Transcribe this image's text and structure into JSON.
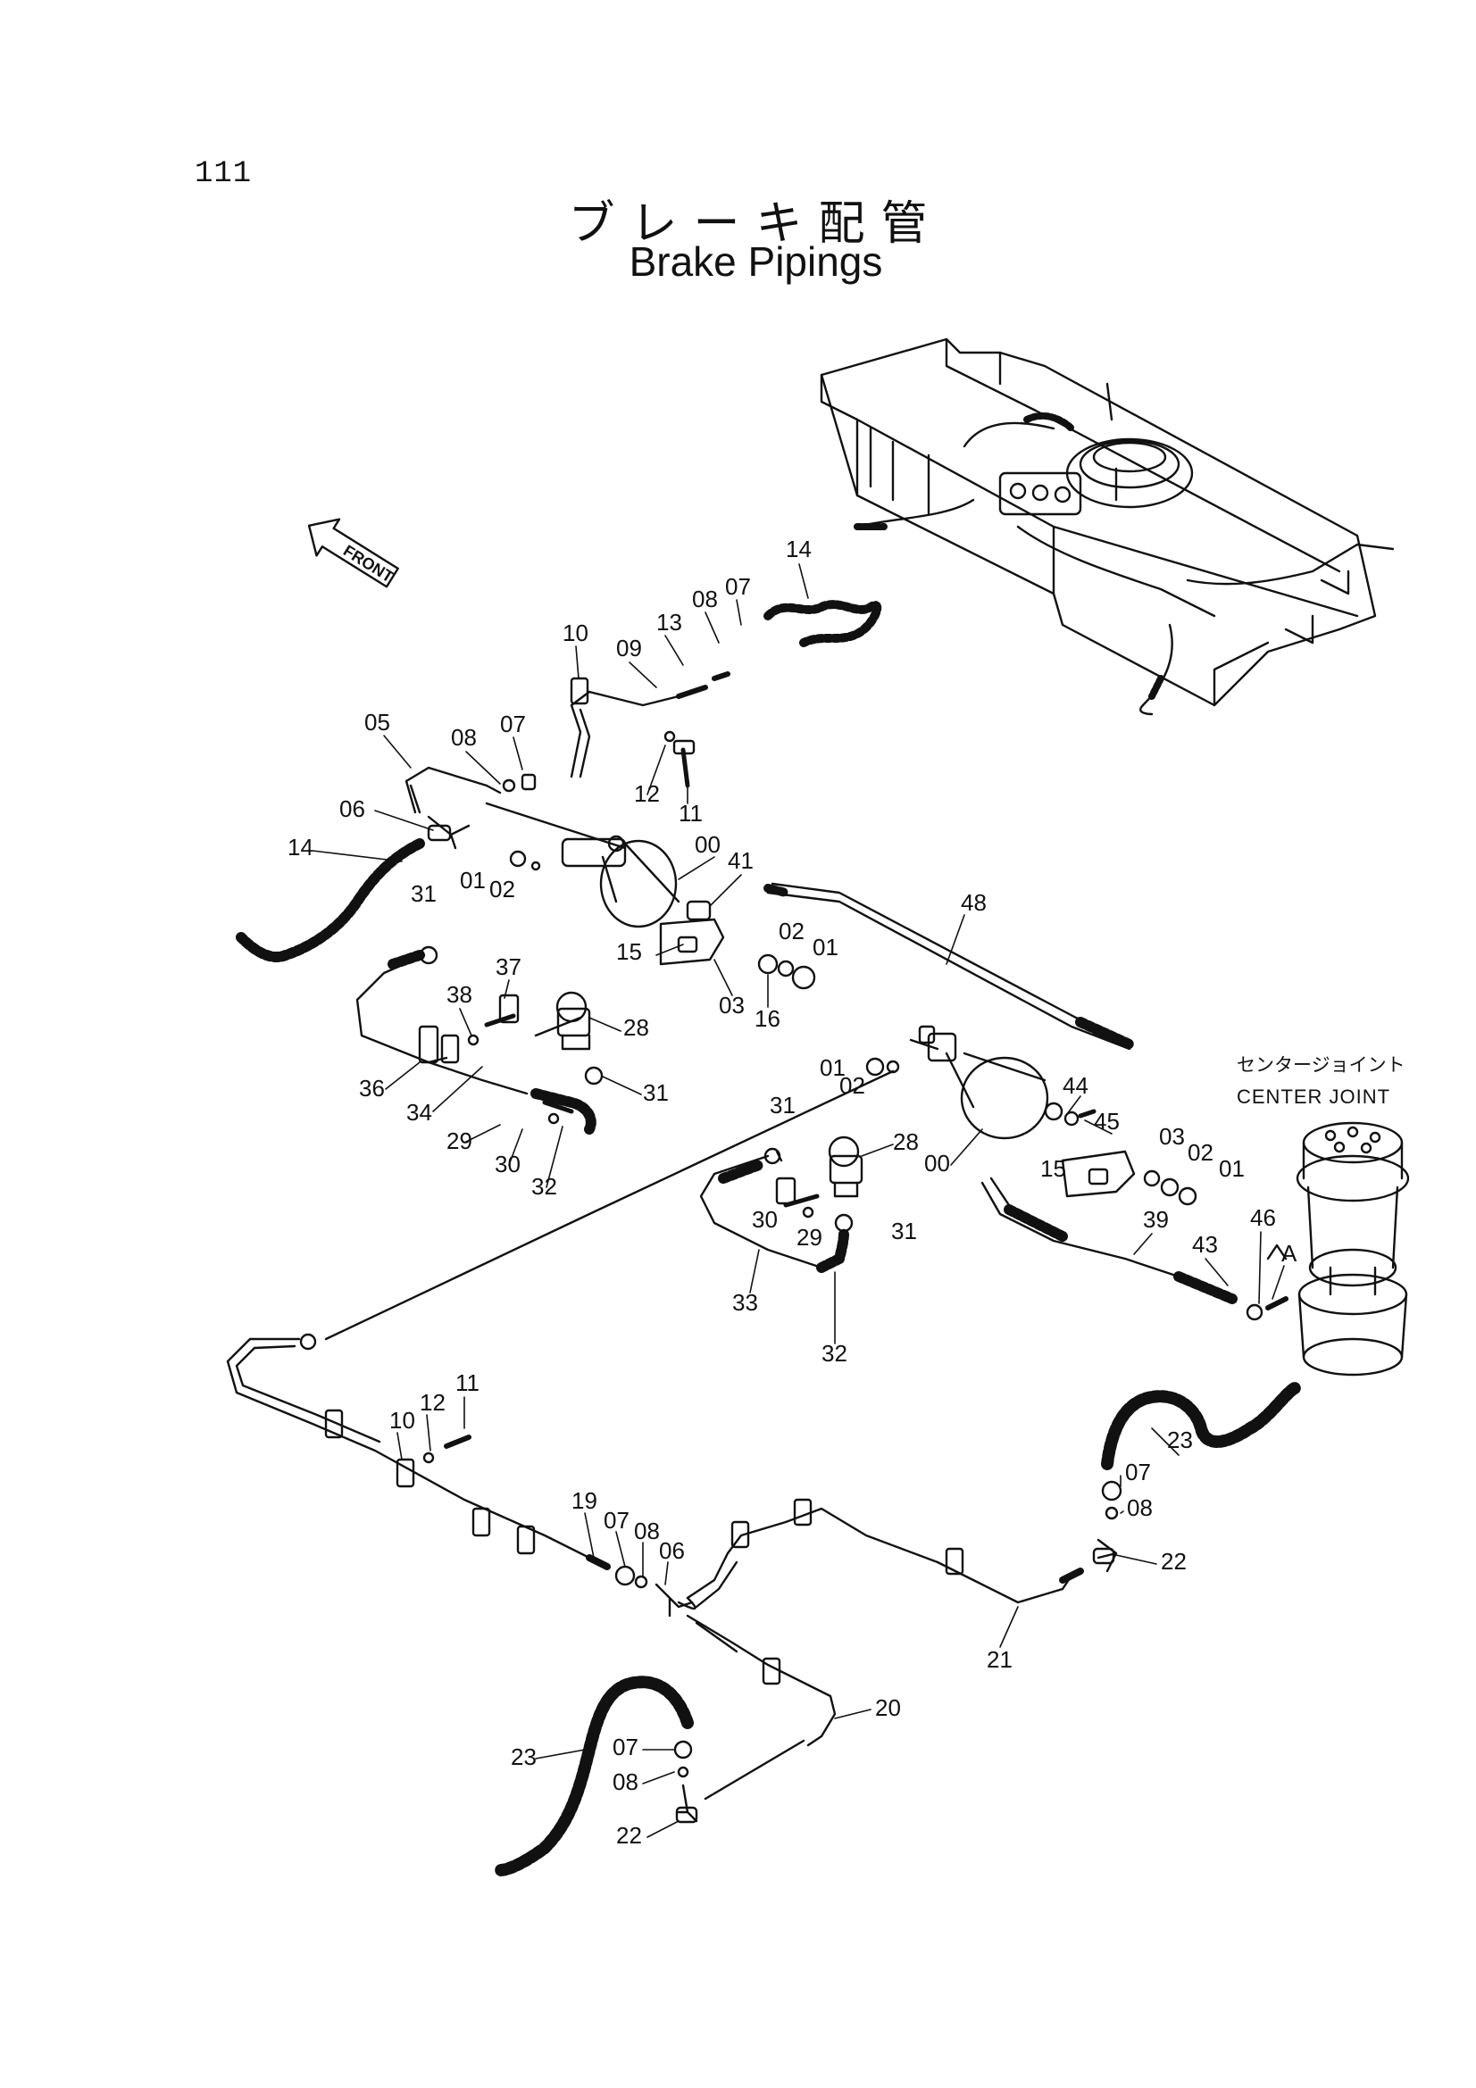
{
  "page_number": "111",
  "title_jp": "ブレーキ配管",
  "title_en": "Brake Pipings",
  "front_arrow_label": "FRONT",
  "center_joint_label_jp": "センタージョイント",
  "center_joint_label_en": "CENTER JOINT",
  "view_marker": "A",
  "part_labels": {
    "p14a": "14",
    "p07a": "07",
    "p08a": "08",
    "p13": "13",
    "p09": "09",
    "p10a": "10",
    "p05": "05",
    "p08b": "08",
    "p07b": "07",
    "p12a": "12",
    "p11a": "11",
    "p06a": "06",
    "p14b": "14",
    "p01a": "01",
    "p02a": "02",
    "p00a": "00",
    "p41": "41",
    "p31a": "31",
    "p48": "48",
    "p02b": "02",
    "p01b": "01",
    "p15a": "15",
    "p03a": "03",
    "p16": "16",
    "p37": "37",
    "p38": "38",
    "p28a": "28",
    "p36": "36",
    "p34": "34",
    "p31b": "31",
    "p29a": "29",
    "p30a": "30",
    "p32a": "32",
    "p01c": "01",
    "p02c": "02",
    "p44": "44",
    "p31c": "31",
    "p45": "45",
    "p03b": "03",
    "p02d": "02",
    "p01d": "01",
    "p28b": "28",
    "p00b": "00",
    "p15b": "15",
    "p30b": "30",
    "p29b": "29",
    "p31d": "31",
    "p39": "39",
    "p46": "46",
    "p43": "43",
    "p33": "33",
    "p32b": "32",
    "p11b": "11",
    "p12b": "12",
    "p10b": "10",
    "p23a": "23",
    "p07c": "07",
    "p08c": "08",
    "p22a": "22",
    "p19": "19",
    "p07d": "07",
    "p08d": "08",
    "p06b": "06",
    "p21": "21",
    "p20": "20",
    "p23b": "23",
    "p07e": "07",
    "p08e": "08",
    "p22b": "22"
  }
}
